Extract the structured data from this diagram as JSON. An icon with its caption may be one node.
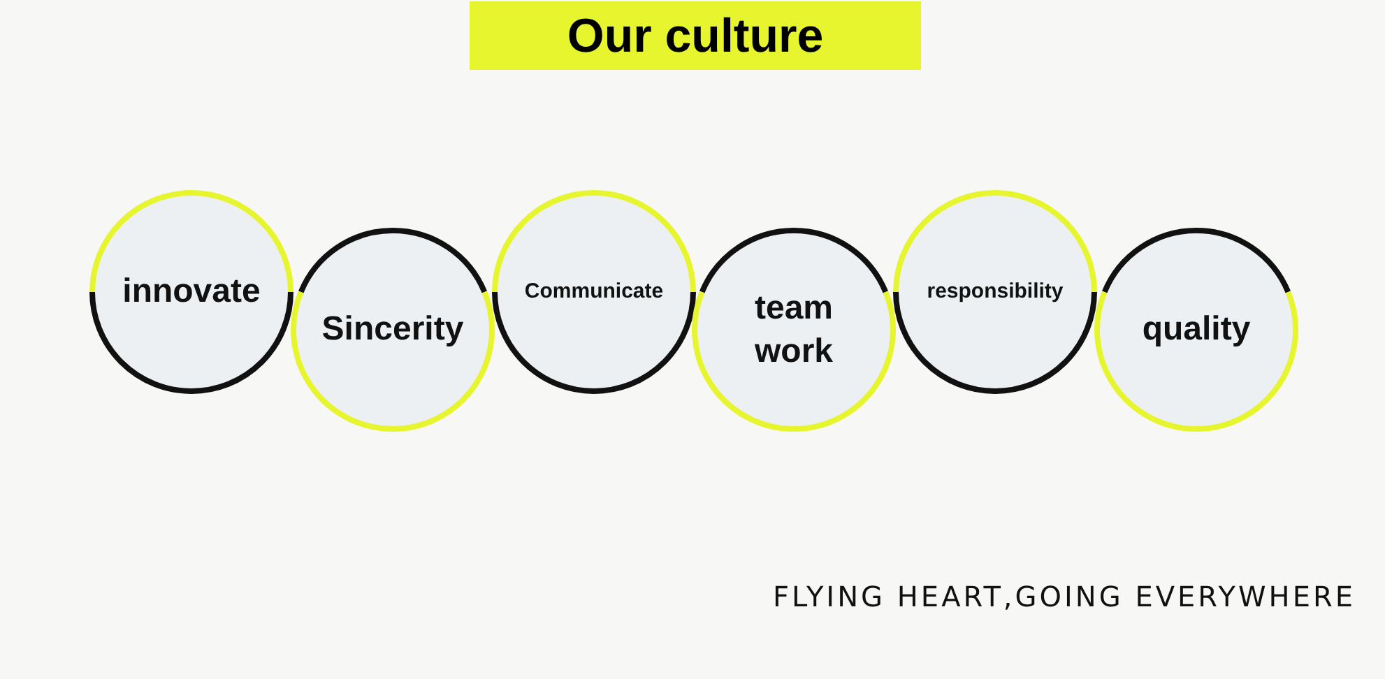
{
  "diagram": {
    "title": "Our culture",
    "nodes": [
      {
        "text": [
          "innovate"
        ]
      },
      {
        "text": [
          "Sincerity"
        ]
      },
      {
        "text": [
          "Communicate"
        ]
      },
      {
        "text": [
          "team work"
        ]
      },
      {
        "text": [
          "responsibility"
        ]
      },
      {
        "text": [
          "quality"
        ]
      }
    ],
    "labels": [
      "FLYING HEART,GOING EVERYWHERE"
    ]
  }
}
